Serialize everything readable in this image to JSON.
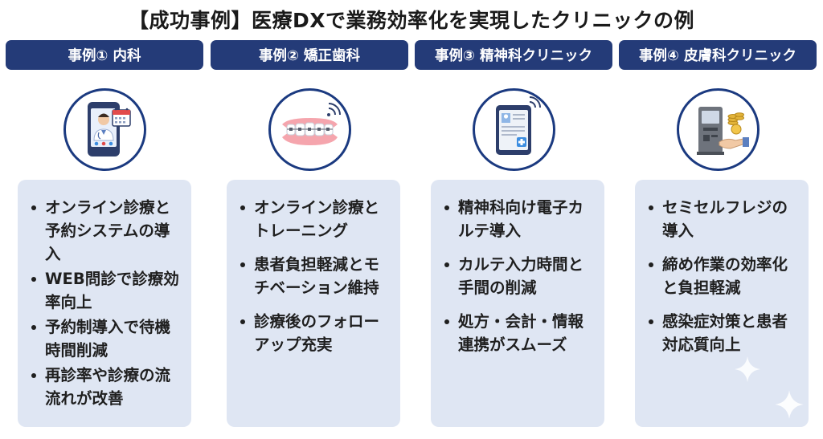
{
  "title": "【成功事例】医療DXで業務効率化を実現したクリニックの例",
  "cases": [
    {
      "label": "事例① 内科",
      "icon": "doctor-smartphone-icon",
      "points": [
        "オンライン診療と予約システムの導入",
        "WEB問診で診療効率向上",
        "予約制導入で待機時間削減",
        "再診率や診療の流流れが改善"
      ]
    },
    {
      "label": "事例② 矯正歯科",
      "icon": "dental-braces-icon",
      "points": [
        "オンライン診療とトレーニング",
        "患者負担軽減とモチベーション維持",
        "診療後のフォローアップ充実"
      ]
    },
    {
      "label": "事例③ 精神科クリニック",
      "icon": "medical-tablet-icon",
      "points": [
        "精神科向け電子カルテ導入",
        "カルテ入力時間と手間の削減",
        "処方・会計・情報連携がスムーズ"
      ]
    },
    {
      "label": "事例④ 皮膚科クリニック",
      "icon": "self-checkout-kiosk-icon",
      "points": [
        "セミセルフレジの導入",
        "締め作業の効率化と負担軽減",
        "感染症対策と患者対応質向上"
      ]
    }
  ],
  "colors": {
    "badge": "#243b78",
    "card": "#dfe6f3",
    "ring": "#1b3a80"
  }
}
